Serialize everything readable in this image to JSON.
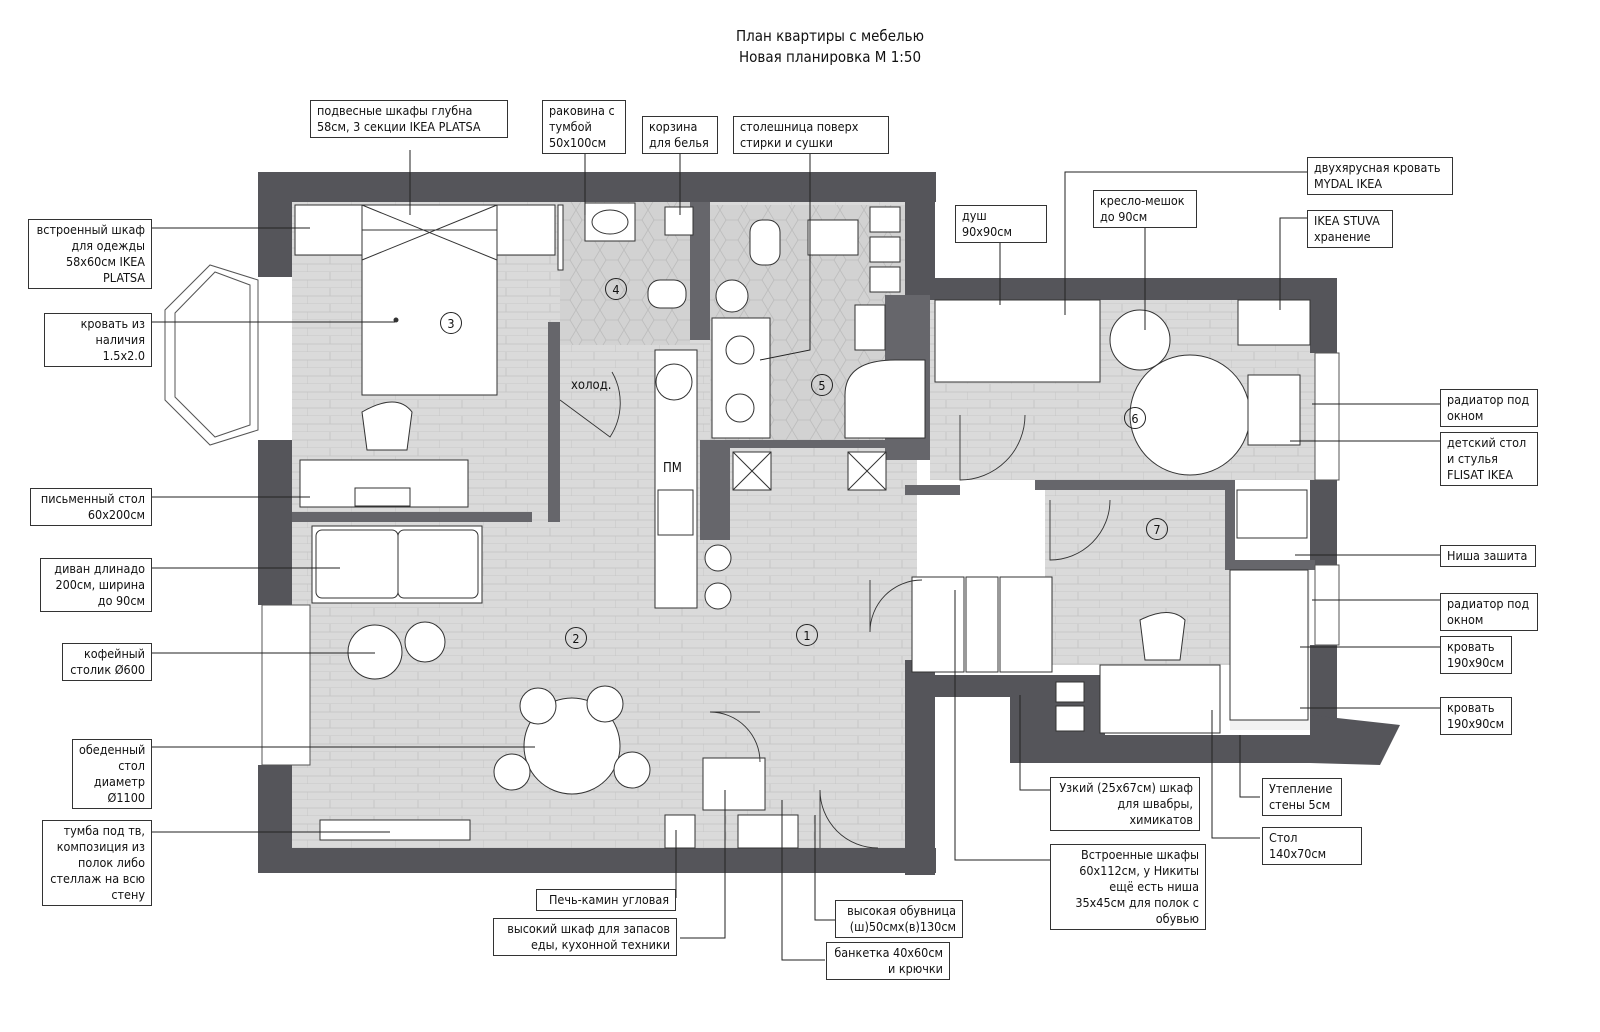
{
  "title": {
    "line1": "План квартиры с мебелью",
    "line2": "Новая планировка  М 1:50"
  },
  "rooms": [
    "1",
    "2",
    "3",
    "4",
    "5",
    "6",
    "7"
  ],
  "plan_text": {
    "fridge": "холод.",
    "pm": "ПМ"
  },
  "annotations": {
    "wall_cabinets": "подвесные шкафы глубна 58см, 3 секции IKEA PLATSA",
    "sink": "раковина с тумбой 50х100см",
    "basket": "корзина для белья",
    "countertop": "столешница поверх стирки и сушки",
    "bunk_bed": "двухярусная кровать MYDAL IKEA",
    "shower": "душ 90х90см",
    "beanbag": "кресло-мешок до 90см",
    "stuva": "IKEA STUVA хранение",
    "wardrobe": "встроенный шкаф для одежды 58х60см IKEA PLATSA",
    "bed_stock": "кровать из наличия 1.5х2.0",
    "desk": "письменный стол 60х200см",
    "sofa": "диван длинадо 200см, ширина до 90см",
    "coffee_table": "кофейный столик Ø600",
    "dining_table": "обеденный стол диаметр Ø1100",
    "tv_unit": "тумба под тв, композиция из полок либо стеллаж на всю стену",
    "radiator1": "радиатор под окном",
    "kids_table": "детский стол и стулья FLISAT IKEA",
    "niche": "Ниша зашита",
    "radiator2": "радиатор под окном",
    "bed1": "кровать 190х90см",
    "bed2": "кровать 190х90см",
    "narrow_cabinet": "Узкий (25х67см) шкаф для швабры, химикатов",
    "insulation": "Утепление стены 5см",
    "table_140": "Стол 140х70см",
    "built_in": "Встроенные шкафы 60х112см, у Никиты ещё есть ниша 35х45см для полок с обувью",
    "fireplace": "Печь-камин угловая",
    "tall_cabinet": "высокий шкаф для запасов еды, кухонной техники",
    "shoe_cabinet": "высокая обувница (ш)50смх(в)130см",
    "bench": "банкетка 40х60см и крючки"
  },
  "colors": {
    "wall": "#55555a",
    "floor": "#d9d9d9",
    "tile": "#cfcfcf",
    "line": "#222222"
  }
}
